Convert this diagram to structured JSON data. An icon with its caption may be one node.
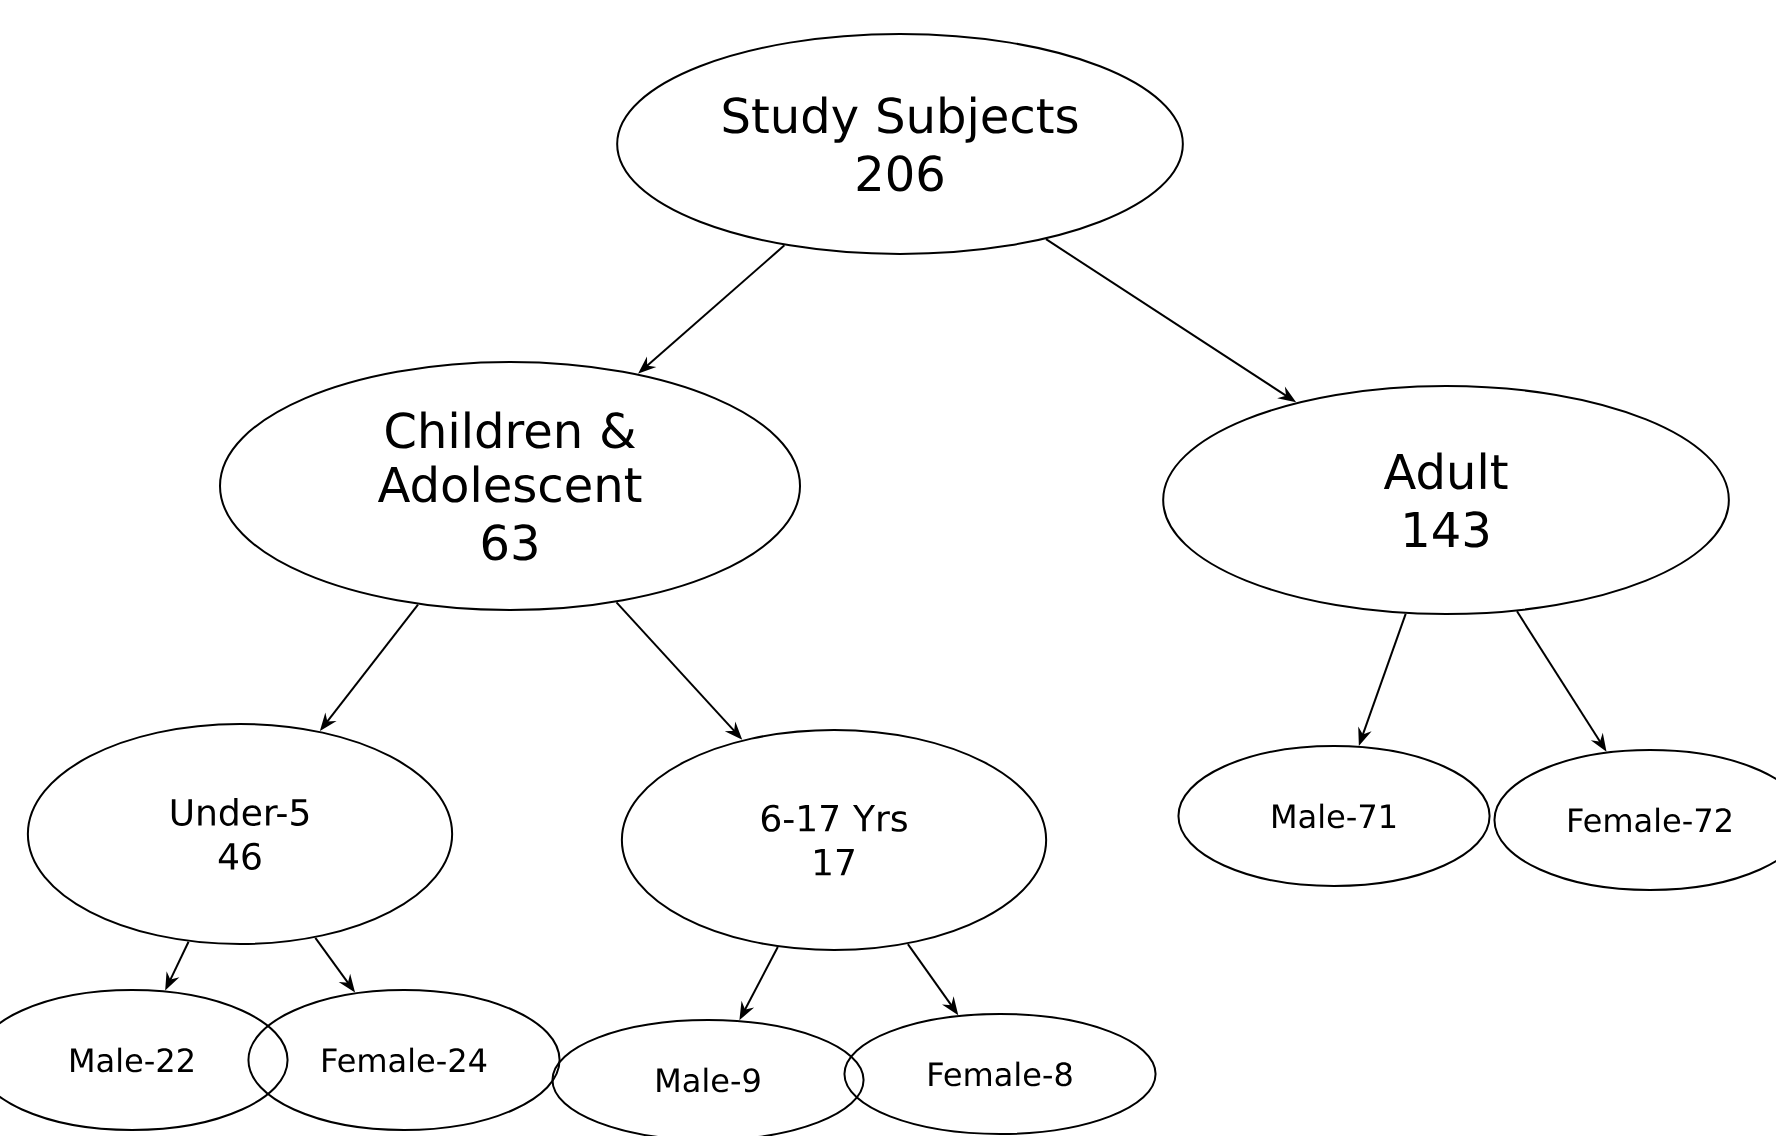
{
  "diagram": {
    "nodes": [
      {
        "text": [
          "Study Subjects",
          "206"
        ]
      },
      {
        "text": [
          "Children & Adolescent",
          "63"
        ]
      },
      {
        "text": [
          "Adult",
          "143"
        ]
      },
      {
        "text": [
          "Under-5",
          "46"
        ]
      },
      {
        "text": [
          "6-17 Yrs",
          "17"
        ]
      },
      {
        "text": [
          "Male-71"
        ]
      },
      {
        "text": [
          "Female-72"
        ]
      },
      {
        "text": [
          "Male-22"
        ]
      },
      {
        "text": [
          "Female-24"
        ]
      },
      {
        "text": [
          "Male-9"
        ]
      },
      {
        "text": [
          "Female-8"
        ]
      }
    ],
    "edges": [
      {
        "from": 0,
        "to": 1,
        "arrow": "to"
      },
      {
        "from": 0,
        "to": 2,
        "arrow": "to"
      },
      {
        "from": 1,
        "to": 3,
        "arrow": "to"
      },
      {
        "from": 1,
        "to": 4,
        "arrow": "to"
      },
      {
        "from": 2,
        "to": 5,
        "arrow": "to"
      },
      {
        "from": 2,
        "to": 6,
        "arrow": "to"
      },
      {
        "from": 3,
        "to": 7,
        "arrow": "to"
      },
      {
        "from": 3,
        "to": 8,
        "arrow": "to"
      },
      {
        "from": 4,
        "to": 9,
        "arrow": "to"
      },
      {
        "from": 4,
        "to": 10,
        "arrow": "to"
      }
    ]
  }
}
